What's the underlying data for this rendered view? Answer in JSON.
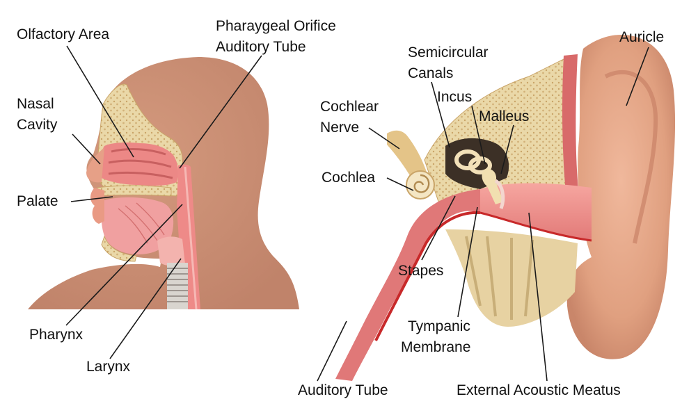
{
  "labels": {
    "olfactory_area": "Olfactory Area",
    "nasal_cavity_1": "Nasal",
    "nasal_cavity_2": "Cavity",
    "palate": "Palate",
    "pharynx": "Pharynx",
    "larynx": "Larynx",
    "pharyngeal_orifice_1": "Pharaygeal Orifice",
    "pharyngeal_orifice_2": "Auditory Tube",
    "semicircular_canals_1": "Semicircular",
    "semicircular_canals_2": "Canals",
    "incus": "Incus",
    "malleus": "Malleus",
    "cochlear_nerve_1": "Cochlear",
    "cochlear_nerve_2": "Nerve",
    "cochlea": "Cochlea",
    "auricle": "Auricle",
    "stapes": "Stapes",
    "tympanic_membrane_1": "Tympanic",
    "tympanic_membrane_2": "Membrane",
    "auditory_tube": "Auditory Tube",
    "external_acoustic_meatus": "External Acoustic Meatus"
  },
  "colors": {
    "skin": "#c98e74",
    "tissue_pink": "#ee8e8a",
    "tissue_dark": "#e06f70",
    "bone": "#ead8a8",
    "bone_dots": "#c9a468",
    "canal_red": "#d84848",
    "leader": "#1a1a1a"
  }
}
